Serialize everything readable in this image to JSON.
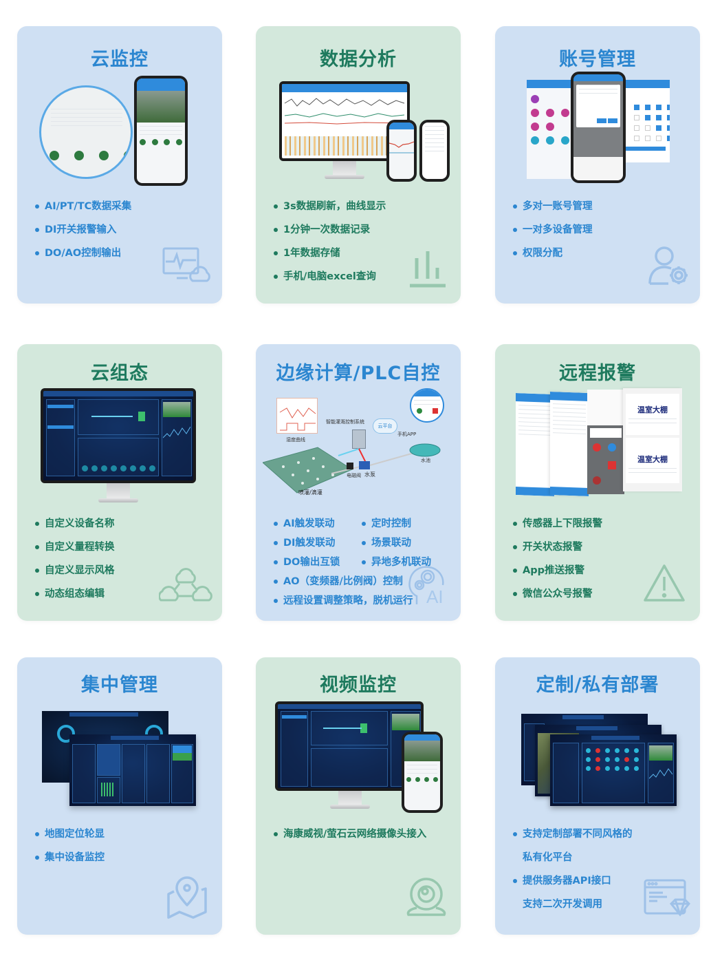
{
  "cards": [
    {
      "id": "cloud-monitoring",
      "title": "云监控",
      "theme": "blue",
      "features": [
        "AI/PT/TC数据采集",
        "DI开关报警输入",
        "DO/AO控制输出"
      ],
      "decor_icon": "monitor-cloud-icon"
    },
    {
      "id": "data-analysis",
      "title": "数据分析",
      "theme": "green",
      "features": [
        "3s数据刷新，曲线显示",
        "1分钟一次数据记录",
        "1年数据存储",
        "手机/电脑excel查询"
      ],
      "decor_icon": "bar-chart-icon"
    },
    {
      "id": "account-management",
      "title": "账号管理",
      "theme": "blue",
      "features": [
        "多对一账号管理",
        "一对多设备管理",
        "权限分配"
      ],
      "decor_icon": "user-gear-icon"
    },
    {
      "id": "cloud-scada",
      "title": "云组态",
      "theme": "green",
      "features": [
        "自定义设备名称",
        "自定义量程转换",
        "自定义显示风格",
        "动态组态编辑"
      ],
      "decor_icon": "cloud-network-icon"
    },
    {
      "id": "edge-computing",
      "title": "边缘计算/PLC自控",
      "theme": "blue",
      "features_grid": [
        [
          "AI触发联动",
          "定时控制"
        ],
        [
          "DI触发联动",
          "场景联动"
        ],
        [
          "DO输出互锁",
          "异地多机联动"
        ]
      ],
      "features": [
        "AO（变频器/比例阀）控制",
        "远程设置调整策略，脱机运行"
      ],
      "diagram_labels": {
        "chart_caption": "湿度曲线",
        "controller": "智能灌溉控制系统",
        "cloud": "云平台",
        "app": "手机APP",
        "valve": "电磁阀",
        "pump": "水泵",
        "pool": "水池",
        "field": "喷灌/滴灌"
      },
      "decor_icon": "ai-head-icon",
      "decor_text": "AI"
    },
    {
      "id": "remote-alarm",
      "title": "远程报警",
      "theme": "green",
      "features": [
        "传感器上下限报警",
        "开关状态报警",
        "App推送报警",
        "微信公众号报警"
      ],
      "mock_labels": {
        "wechat_title": "温室大棚"
      },
      "decor_icon": "warning-triangle-icon"
    },
    {
      "id": "central-management",
      "title": "集中管理",
      "theme": "blue",
      "features": [
        "地图定位轮显",
        "集中设备监控"
      ],
      "decor_icon": "map-pin-icon"
    },
    {
      "id": "video-monitoring",
      "title": "视频监控",
      "theme": "green",
      "features": [
        "海康威视/萤石云网络摄像头接入"
      ],
      "decor_icon": "webcam-icon"
    },
    {
      "id": "private-deployment",
      "title": "定制/私有部署",
      "theme": "blue",
      "features": [
        "支持定制部署不同风格的",
        "私有化平台",
        "提供服务器API接口",
        "支持二次开发调用"
      ],
      "feature_continuation_indices": [
        1,
        3
      ],
      "decor_icon": "browser-diamond-icon"
    }
  ],
  "colors": {
    "blue_bg": "#cfe0f3",
    "blue_text": "#2b86d0",
    "green_bg": "#d3e8dc",
    "green_text": "#1e7a5e"
  }
}
